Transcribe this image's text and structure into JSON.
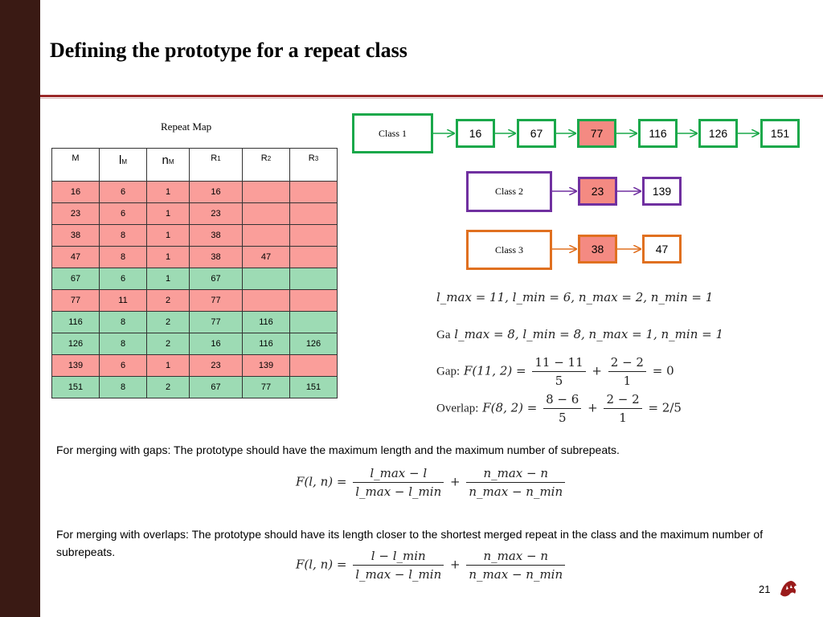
{
  "title": "Defining the prototype for a repeat class",
  "repeat_map": {
    "caption": "Repeat Map",
    "headers": {
      "m": "M",
      "l": "l",
      "l_sub": "M",
      "n": "n",
      "n_sub": "M",
      "r1": "R",
      "r1_sub": "1",
      "r2": "R",
      "r2_sub": "2",
      "r3": "R",
      "r3_sub": "3"
    },
    "rows": [
      {
        "status": "red",
        "cells": [
          "16",
          "6",
          "1",
          "16",
          "",
          ""
        ]
      },
      {
        "status": "red",
        "cells": [
          "23",
          "6",
          "1",
          "23",
          "",
          ""
        ]
      },
      {
        "status": "red",
        "cells": [
          "38",
          "8",
          "1",
          "38",
          "",
          ""
        ]
      },
      {
        "status": "red",
        "cells": [
          "47",
          "8",
          "1",
          "38",
          "47",
          ""
        ]
      },
      {
        "status": "green",
        "cells": [
          "67",
          "6",
          "1",
          "67",
          "",
          ""
        ]
      },
      {
        "status": "red",
        "cells": [
          "77",
          "11",
          "2",
          "77",
          "",
          ""
        ]
      },
      {
        "status": "green",
        "cells": [
          "116",
          "8",
          "2",
          "77",
          "116",
          ""
        ]
      },
      {
        "status": "green",
        "cells": [
          "126",
          "8",
          "2",
          "16",
          "116",
          "126"
        ]
      },
      {
        "status": "red",
        "cells": [
          "139",
          "6",
          "1",
          "23",
          "139",
          ""
        ]
      },
      {
        "status": "green",
        "cells": [
          "151",
          "8",
          "2",
          "67",
          "77",
          "151"
        ]
      }
    ]
  },
  "classes": [
    {
      "label": "Class 1",
      "color": "#1aa84a",
      "members": [
        "16",
        "67",
        "77",
        "116",
        "126",
        "151"
      ],
      "highlight": "77"
    },
    {
      "label": "Class 2",
      "color": "#7030a0",
      "members": [
        "23",
        "139"
      ],
      "highlight": "23"
    },
    {
      "label": "Class 3",
      "color": "#e07020",
      "members": [
        "38",
        "47"
      ],
      "highlight": "38"
    }
  ],
  "math": {
    "eq1": "l_max = 11, l_min = 6, n_max = 2, n_min = 1",
    "eq2_prefix": "Ga",
    "eq2": "l_max = 8, l_min = 8, n_max = 1, n_min = 1",
    "gap_label": "Gap:",
    "gap_lhs": "F(11, 2) =",
    "gap_f1_num": "11 − 11",
    "gap_f1_den": "5",
    "gap_f2_num": "2 − 2",
    "gap_f2_den": "1",
    "gap_result": "= 0",
    "overlap_label": "Overlap:",
    "overlap_lhs": "F(8, 2) =",
    "ov_f1_num": "8 − 6",
    "ov_f1_den": "5",
    "ov_f2_num": "2 − 2",
    "ov_f2_den": "1",
    "ov_result": "= 2/5",
    "plus": "+"
  },
  "text": {
    "gaps": "For merging with gaps: The prototype should have the maximum length and the maximum number of subrepeats.",
    "overlaps": "For merging with overlaps: The prototype should have its length closer to the shortest merged repeat in the class and the maximum number of subrepeats."
  },
  "formula_gap": {
    "lhs": "F(l, n) =",
    "f1_num": "l_max − l",
    "f1_den": "l_max − l_min",
    "f2_num": "n_max − n",
    "f2_den": "n_max − n_min",
    "plus": "+"
  },
  "formula_overlap": {
    "lhs": "F(l, n) =",
    "f1_num": "l − l_min",
    "f1_den": "l_max − l_min",
    "f2_num": "n_max − n",
    "f2_den": "n_max − n_min",
    "plus": "+"
  },
  "page_number": "21",
  "colors": {
    "sidebar": "#3a1a14",
    "rule": "#9a2828",
    "red_row": "#fa9e9a",
    "green_row": "#9ddbb4",
    "highlight": "#f48a82"
  }
}
